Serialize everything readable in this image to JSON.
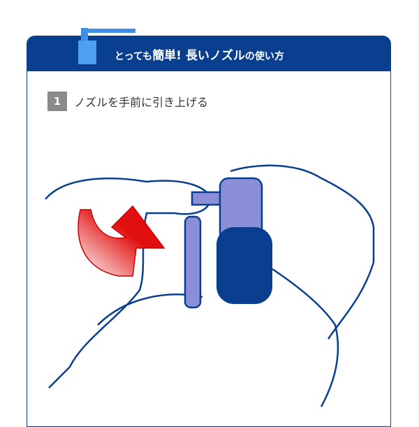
{
  "header": {
    "title_prefix": "とっても",
    "title_main": "簡単! 長いノズル",
    "title_suffix": "の使い方"
  },
  "step": {
    "number": "1",
    "text": "ノズルを手前に引き上げる"
  },
  "colors": {
    "brand": "#0a3f8f",
    "nozzle": "#3f8fe8",
    "arrow": "#e11010"
  },
  "icons": [
    "nozzle-icon",
    "hand-illustration",
    "red-arrow-icon"
  ]
}
